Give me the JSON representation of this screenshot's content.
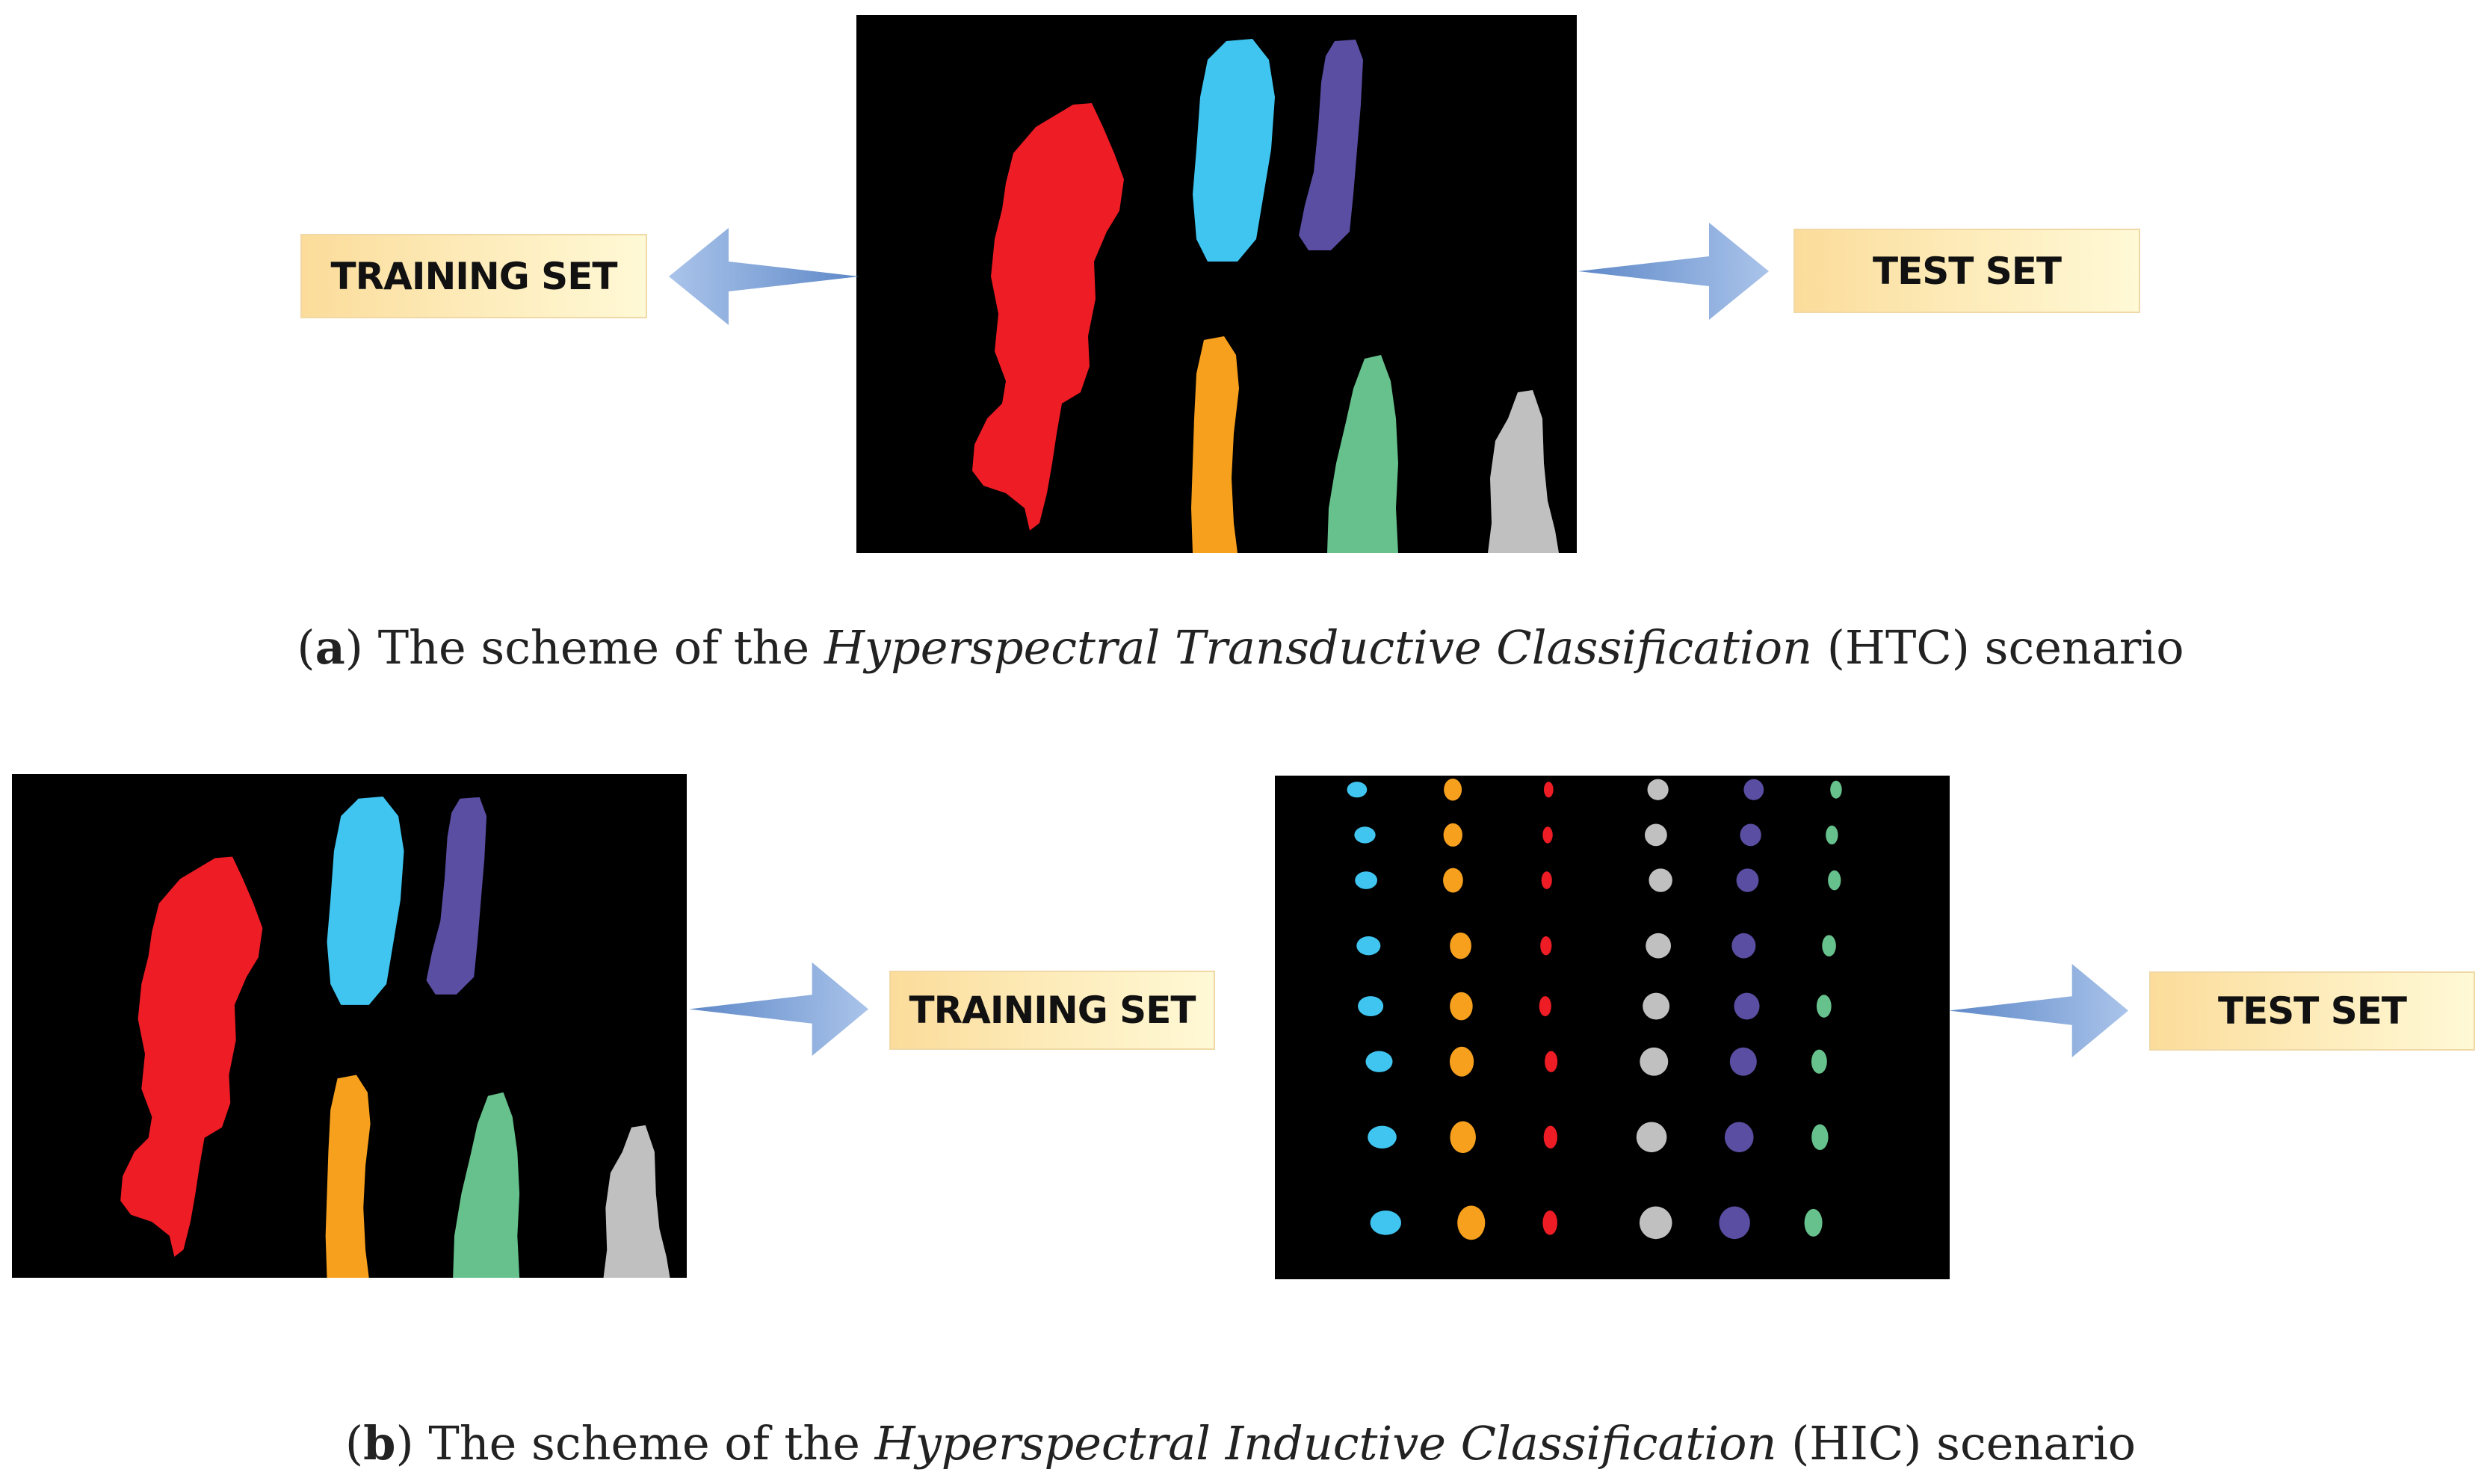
{
  "labels": {
    "training_set": "TRAINING SET",
    "test_set": "TEST SET"
  },
  "captions": {
    "a": {
      "open": "(",
      "letter": "a",
      "pre": ") The scheme of the ",
      "italic": "Hyperspectral Transductive Classification",
      "post": " (HTC) scenario"
    },
    "b": {
      "open": "(",
      "letter": "b",
      "pre": ") The scheme of the ",
      "italic": "Hyperspectral Inductive Classification",
      "post": " (HIC) scenario"
    }
  },
  "colors": {
    "red": "#ee1c25",
    "cyan": "#3fc5f0",
    "purple": "#5a4ea3",
    "orange": "#f7a01d",
    "green": "#66c18c",
    "gray": "#c0c0c0",
    "arrow": "#8fb2e0",
    "label_fill": "#fde3a7"
  }
}
